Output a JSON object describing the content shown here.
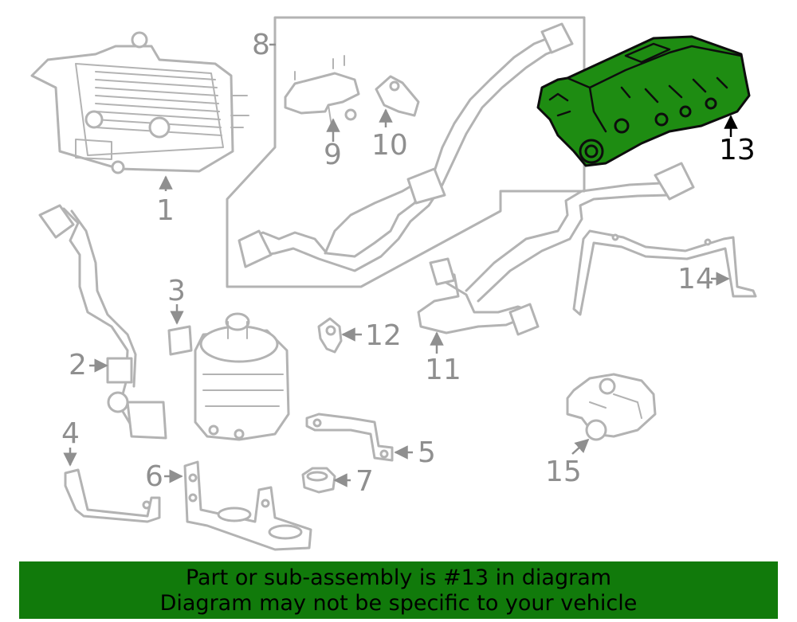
{
  "callouts": {
    "p1": "1",
    "p2": "2",
    "p3": "3",
    "p4": "4",
    "p5": "5",
    "p6": "6",
    "p7": "7",
    "p8": "8",
    "p9": "9",
    "p10": "10",
    "p11": "11",
    "p12": "12",
    "p13": "13",
    "p14": "14",
    "p15": "15"
  },
  "highlighted_part": "13",
  "colors": {
    "highlight_fill": "#1e8c12",
    "banner_background": "#117a0b",
    "part_lines": "#b3b3b3",
    "label_text": "#8f8f8f"
  },
  "banner": {
    "line1": "Part or sub-assembly is #13 in diagram",
    "line2": "Diagram may not be specific to your vehicle"
  }
}
